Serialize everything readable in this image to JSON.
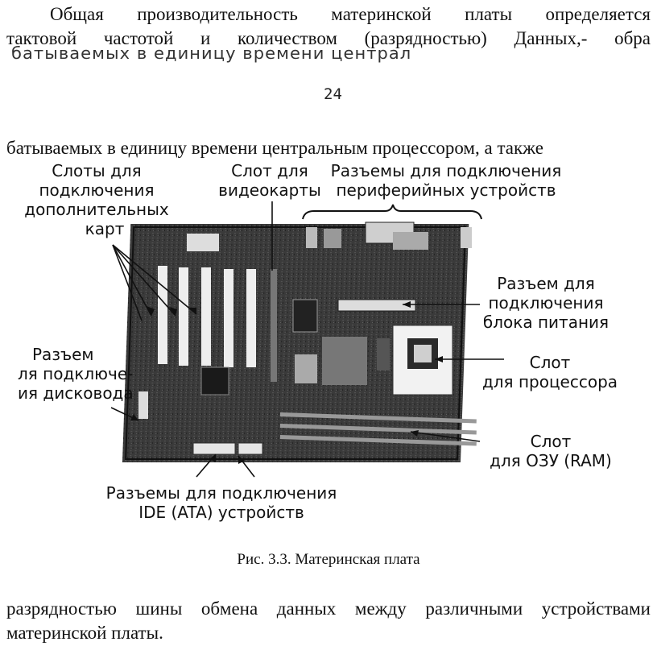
{
  "text": {
    "line1": "Общая производительность материнской платы определяется",
    "line2": "тактовой частотой и количеством (разрядностью) Данных,- обра",
    "line3_faded": "батываемых в единицу времени централ",
    "page_number": "24",
    "line4": "батываемых в единицу времени центральным процессором, а также",
    "caption": "Рис. 3.3. Материнская плата",
    "line5": "разрядностью шины обмена данных между различными устройствами",
    "line6": "материнской платы."
  },
  "labels": {
    "expansion_slots": [
      "Слоты для",
      "подключения",
      "дополнительных",
      "карт"
    ],
    "video_slot": [
      "Слот для",
      "видеокарты"
    ],
    "peripheral_ports": [
      "Разъемы для подключения",
      "периферийных устройств"
    ],
    "power_connector": [
      "Разъем для",
      "подключения",
      "блока питания"
    ],
    "floppy_connector": [
      "Разъем",
      "ля подключе-",
      "ия дисковода"
    ],
    "cpu_slot": [
      "Слот",
      "для процессора"
    ],
    "ram_slot": [
      "Слот",
      "для ОЗУ (RAM)"
    ],
    "ide_connectors": [
      "Разъемы для подключения",
      "IDE (ATA) устройств"
    ]
  }
}
